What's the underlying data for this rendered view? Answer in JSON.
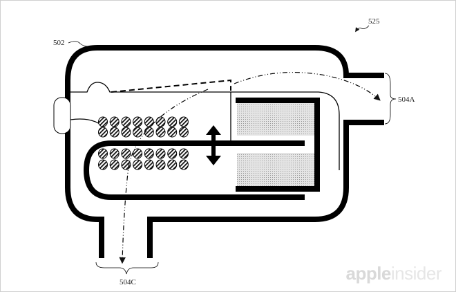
{
  "labels": {
    "device": "502",
    "figure": "525",
    "outlet_a": "504A",
    "outlet_c": "504C"
  },
  "watermark": {
    "part1": "apple",
    "part2": "insider"
  }
}
